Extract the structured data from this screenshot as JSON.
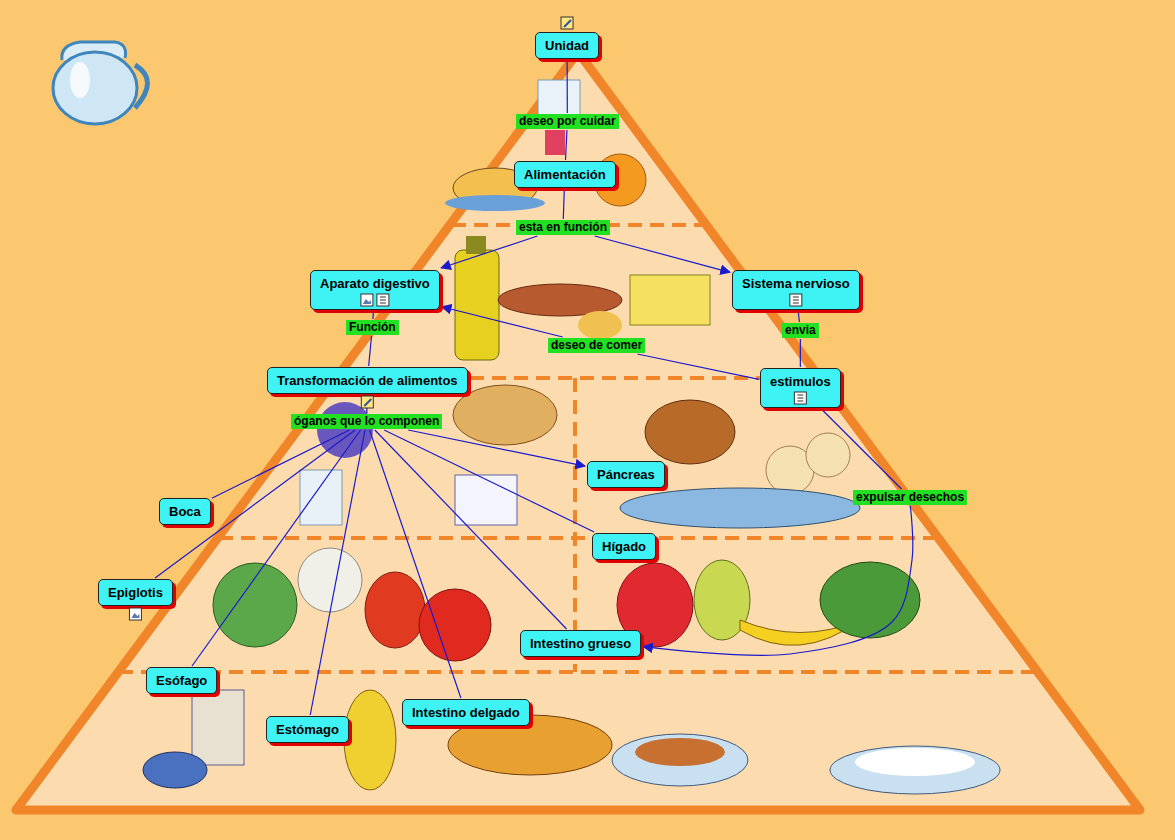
{
  "diagram": {
    "nodes": [
      {
        "text": [
          "Unidad"
        ]
      },
      {
        "text": [
          "deseo por cuidar"
        ]
      },
      {
        "text": [
          "Alimentación"
        ]
      },
      {
        "text": [
          "esta en función"
        ]
      },
      {
        "text": [
          "Aparato digestivo"
        ]
      },
      {
        "text": [
          "Sistema nervioso"
        ]
      },
      {
        "text": [
          "Función"
        ]
      },
      {
        "text": [
          "envia"
        ]
      },
      {
        "text": [
          "deseo de comer"
        ]
      },
      {
        "text": [
          "Transformación de alimentos"
        ]
      },
      {
        "text": [
          "estimulos"
        ]
      },
      {
        "text": [
          "óganos que lo componen"
        ]
      },
      {
        "text": [
          "Páncreas"
        ]
      },
      {
        "text": [
          "expulsar desechos"
        ]
      },
      {
        "text": [
          "Boca"
        ]
      },
      {
        "text": [
          "Hígado"
        ]
      },
      {
        "text": [
          "Epiglotis"
        ]
      },
      {
        "text": [
          "Intestino grueso"
        ]
      },
      {
        "text": [
          "Esófago"
        ]
      },
      {
        "text": [
          "Intestino delgado"
        ]
      },
      {
        "text": [
          "Estómago"
        ]
      }
    ],
    "edges": [
      {
        "from": 0,
        "to": 1,
        "arrow": "none"
      },
      {
        "from": 1,
        "to": 2,
        "arrow": "none"
      },
      {
        "from": 2,
        "to": 3,
        "arrow": "none"
      },
      {
        "from": 3,
        "to": 4,
        "arrow": "to"
      },
      {
        "from": 3,
        "to": 5,
        "arrow": "to"
      },
      {
        "from": 4,
        "to": 6,
        "arrow": "none"
      },
      {
        "from": 6,
        "to": 9,
        "arrow": "none"
      },
      {
        "from": 5,
        "to": 7,
        "arrow": "none"
      },
      {
        "from": 7,
        "to": 10,
        "arrow": "none"
      },
      {
        "from": 10,
        "to": 8,
        "arrow": "none"
      },
      {
        "from": 8,
        "to": 4,
        "arrow": "to"
      },
      {
        "from": 9,
        "to": 11,
        "arrow": "none"
      },
      {
        "from": 11,
        "to": 12,
        "arrow": "to"
      },
      {
        "from": 11,
        "to": 14,
        "arrow": "none"
      },
      {
        "from": 11,
        "to": 15,
        "arrow": "none"
      },
      {
        "from": 11,
        "to": 16,
        "arrow": "none"
      },
      {
        "from": 11,
        "to": 17,
        "arrow": "none"
      },
      {
        "from": 11,
        "to": 18,
        "arrow": "none"
      },
      {
        "from": 11,
        "to": 19,
        "arrow": "none"
      },
      {
        "from": 11,
        "to": 20,
        "arrow": "none"
      },
      {
        "from": 10,
        "to": 13,
        "arrow": "none"
      },
      {
        "from": 13,
        "to": 17,
        "arrow": "to"
      }
    ]
  }
}
